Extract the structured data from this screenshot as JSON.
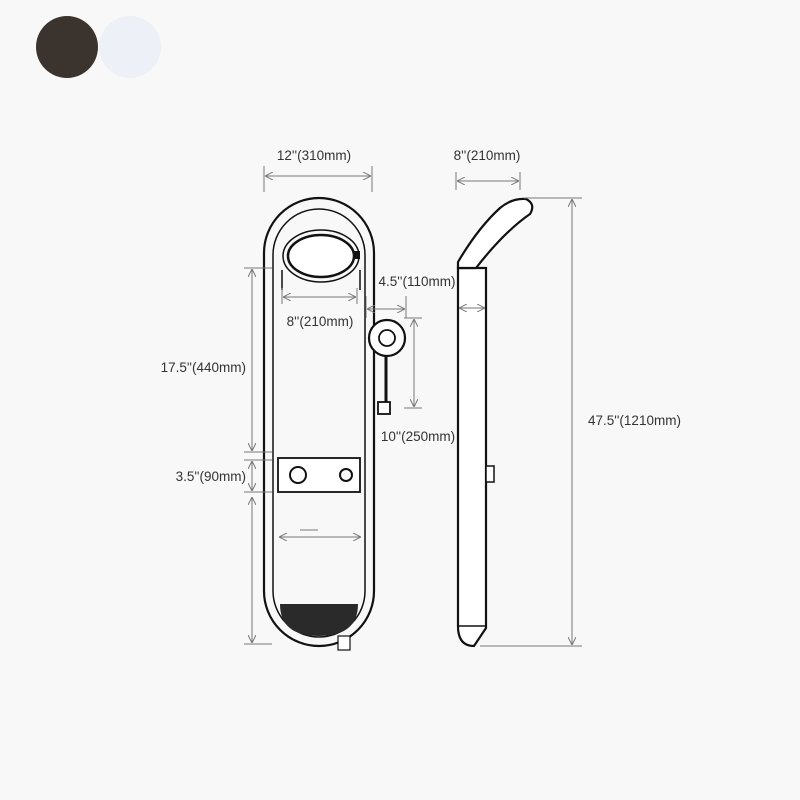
{
  "finish_options": [
    {
      "name": "matte-black",
      "color": "#3a332e"
    },
    {
      "name": "white",
      "color": "#eef0f7"
    }
  ],
  "dimensions": {
    "front_width": "12''(310mm)",
    "side_depth": "8''(210mm)",
    "head_spacing": "4.5''(110mm)",
    "head_width": "8''(210mm)",
    "body_height": "17.5''(440mm)",
    "hand_shower_drop": "10''(250mm)",
    "control_height": "3.5''(90mm)",
    "total_height": "47.5''(1210mm)"
  }
}
